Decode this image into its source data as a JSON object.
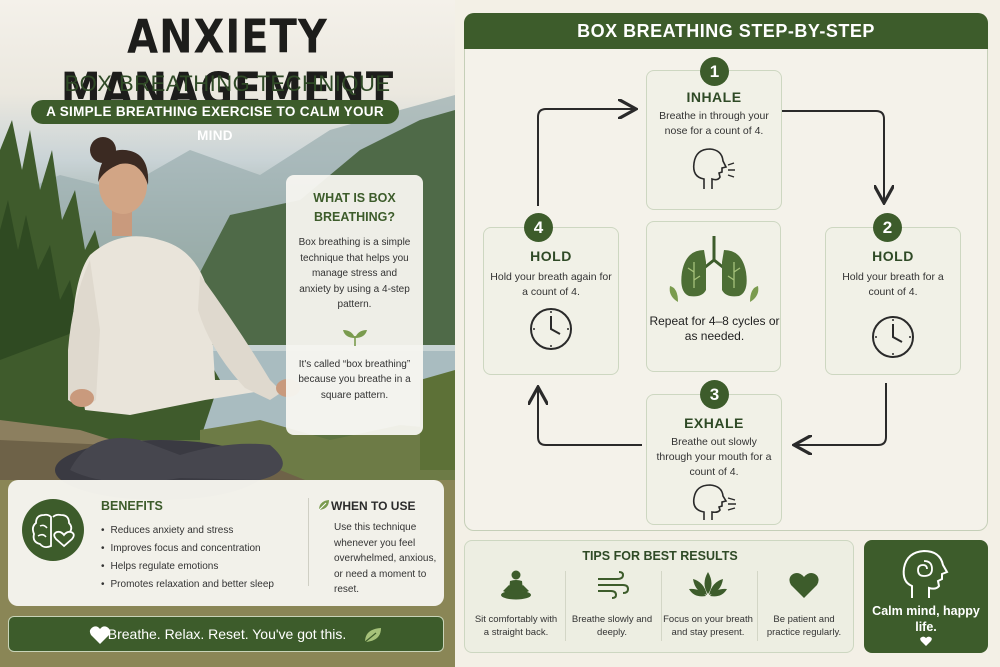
{
  "header": {
    "title": "ANXIETY MANAGEMENT",
    "subtitle": "BOX BREATHING TECHNIQUE",
    "tagline": "A SIMPLE BREATHING EXERCISE TO CALM YOUR MIND"
  },
  "what_is": {
    "title": "WHAT IS BOX BREATHING?",
    "description": "Box breathing is a simple technique that helps you manage stress and anxiety by using a 4-step pattern.",
    "note": "It's called “box breathing” because you breathe in a square pattern."
  },
  "benefits": {
    "title": "BENEFITS",
    "items": [
      "Reduces anxiety and stress",
      "Improves focus and concentration",
      "Helps regulate emotions",
      "Promotes relaxation and better sleep"
    ]
  },
  "when_to_use": {
    "title": "WHEN TO USE",
    "text": "Use this technique whenever you feel overwhelmed, anxious, or need a moment to reset."
  },
  "footer": {
    "text": "Breathe. Relax. Reset. You've got this."
  },
  "steps_panel": {
    "title": "BOX BREATHING STEP-BY-STEP",
    "steps": [
      {
        "number": "1",
        "title": "INHALE",
        "text": "Breathe in through your nose for a count of 4."
      },
      {
        "number": "2",
        "title": "HOLD",
        "text": "Hold your breath for a count of 4."
      },
      {
        "number": "3",
        "title": "EXHALE",
        "text": "Breathe out slowly through your mouth for a count of 4."
      },
      {
        "number": "4",
        "title": "HOLD",
        "text": "Hold your breath again for a count of 4."
      }
    ],
    "center_text": "Repeat for 4–8 cycles or as needed."
  },
  "tips": {
    "title": "TIPS FOR BEST RESULTS",
    "items": [
      {
        "icon": "meditating-person-icon",
        "text": "Sit comfortably with a straight back."
      },
      {
        "icon": "wind-icon",
        "text": "Breathe slowly and deeply."
      },
      {
        "icon": "lotus-icon",
        "text": "Focus on your breath and stay present."
      },
      {
        "icon": "heart-icon",
        "text": "Be patient and practice regularly."
      }
    ]
  },
  "closing": {
    "text": "Calm mind, happy life."
  },
  "colors": {
    "primary": "#3d5c2b",
    "card": "#f1f1e7",
    "accent_leaf": "#7a9b4e"
  }
}
